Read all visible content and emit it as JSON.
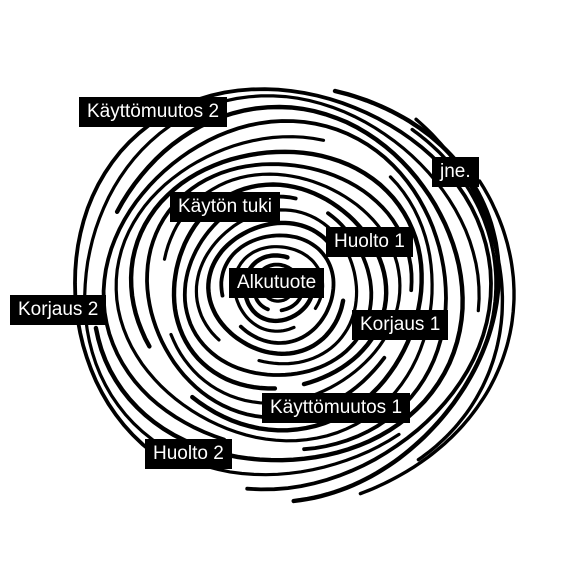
{
  "colors": {
    "stroke": "#000000",
    "label_bg": "#000000",
    "label_text": "#ffffff",
    "background": "#ffffff"
  },
  "labels": {
    "alkutuote": "Alkutuote",
    "kaytton_tuki": "Käytön tuki",
    "huolto_1": "Huolto 1",
    "korjaus_1": "Korjaus 1",
    "kayttomuutos_1": "Käyttömuutos 1",
    "huolto_2": "Huolto 2",
    "korjaus_2": "Korjaus 2",
    "kayttomuutos_2": "Käyttömuutos 2",
    "jne": "jne."
  }
}
